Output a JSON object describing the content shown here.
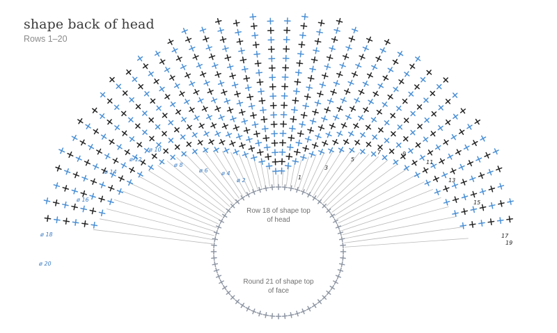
{
  "header": {
    "title": "shape back of head",
    "subtitle": "Rows 1–20"
  },
  "circle": {
    "upper_label_line1": "Row 18 of shape top",
    "upper_label_line2": "of head",
    "lower_label_line1": "Round 21 of shape top",
    "lower_label_line2": "of face"
  },
  "colors": {
    "blue": "#4a8fd4",
    "black": "#222222",
    "gray_line": "#b8b8b8",
    "circle_stitch": "#8e96a3",
    "text_gray": "#6f6f6f",
    "label_blue": "#3a7cc4"
  },
  "row_labels": {
    "left": [
      "20",
      "18",
      "16",
      "14",
      "12",
      "10",
      "8",
      "6",
      "4",
      "2"
    ],
    "right": [
      "1",
      "3",
      "5",
      "7",
      "9",
      "11",
      "13",
      "15",
      "17",
      "19"
    ]
  },
  "row_count": 20
}
